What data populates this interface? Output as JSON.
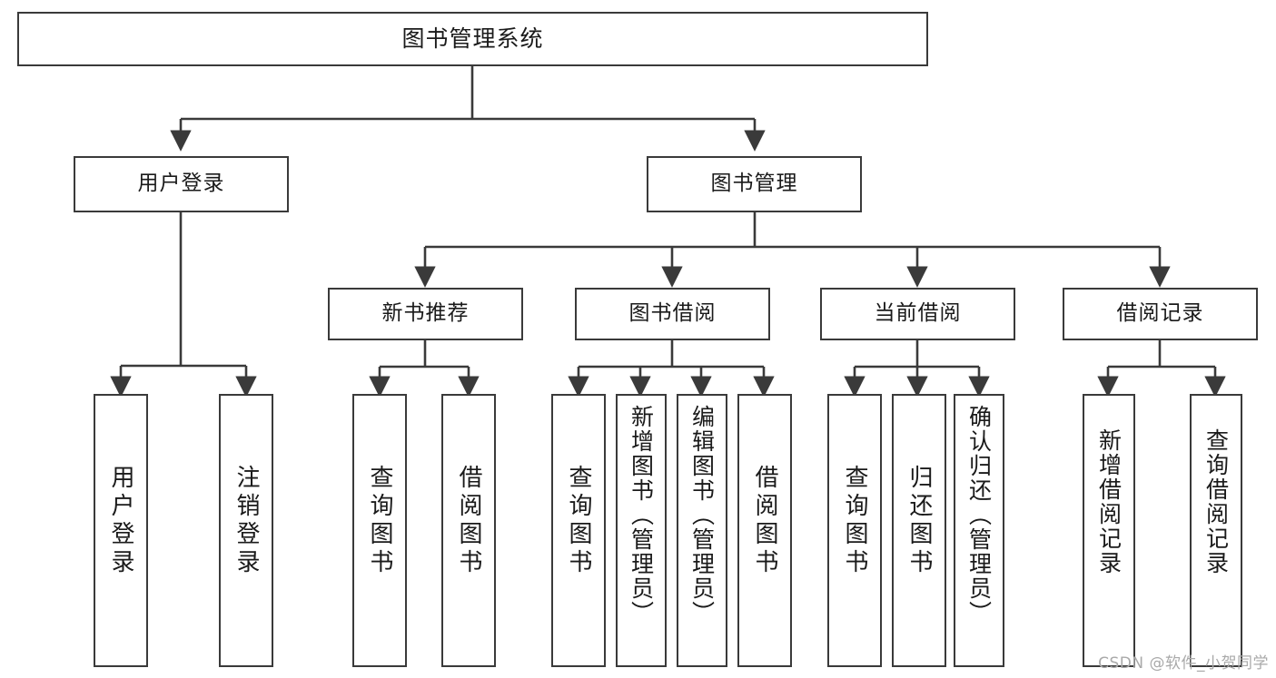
{
  "diagram": {
    "title": "图书管理系统",
    "type": "tree-hierarchy-flowchart",
    "watermark": "CSDN @软件_小贺同学",
    "colors": {
      "background": "#ffffff",
      "box_border": "#3a3a3a",
      "box_fill": "#ffffff",
      "text": "#1a1a1a",
      "connector": "#3a3a3a",
      "watermark": "#a9a9a9"
    },
    "levels": {
      "level1_label": "图书管理系统",
      "level2_labels": [
        "用户登录",
        "图书管理"
      ],
      "level3_labels": [
        "新书推荐",
        "图书借阅",
        "当前借阅",
        "借阅记录"
      ]
    },
    "nodes": {
      "root": {
        "label": "图书管理系统"
      },
      "user_login": {
        "label": "用户登录"
      },
      "book_manage": {
        "label": "图书管理"
      },
      "new_book_rec": {
        "label": "新书推荐"
      },
      "book_borrow": {
        "label": "图书借阅"
      },
      "current_borrow": {
        "label": "当前借阅"
      },
      "borrow_record": {
        "label": "借阅记录"
      },
      "leaf_user_login": {
        "label": "用户登录"
      },
      "leaf_logout": {
        "label": "注销登录"
      },
      "leaf_query_book_1": {
        "label": "查询图书"
      },
      "leaf_borrow_book_1": {
        "label": "借阅图书"
      },
      "leaf_query_book_2": {
        "label": "查询图书"
      },
      "leaf_add_book": {
        "label": "新增图书（管理员）"
      },
      "leaf_edit_book": {
        "label": "编辑图书（管理员）"
      },
      "leaf_borrow_book_2": {
        "label": "借阅图书"
      },
      "leaf_query_book_3": {
        "label": "查询图书"
      },
      "leaf_return_book": {
        "label": "归还图书"
      },
      "leaf_confirm_return": {
        "label": "确认归还（管理员）"
      },
      "leaf_add_record": {
        "label": "新增借阅记录"
      },
      "leaf_query_record": {
        "label": "查询借阅记录"
      }
    },
    "edges": [
      {
        "from": "图书管理系统",
        "to": "用户登录"
      },
      {
        "from": "图书管理系统",
        "to": "图书管理"
      },
      {
        "from": "用户登录",
        "to": "用户登录"
      },
      {
        "from": "用户登录",
        "to": "注销登录"
      },
      {
        "from": "图书管理",
        "to": "新书推荐"
      },
      {
        "from": "图书管理",
        "to": "图书借阅"
      },
      {
        "from": "图书管理",
        "to": "当前借阅"
      },
      {
        "from": "图书管理",
        "to": "借阅记录"
      },
      {
        "from": "新书推荐",
        "to": "查询图书"
      },
      {
        "from": "新书推荐",
        "to": "借阅图书"
      },
      {
        "from": "图书借阅",
        "to": "查询图书"
      },
      {
        "from": "图书借阅",
        "to": "新增图书（管理员）"
      },
      {
        "from": "图书借阅",
        "to": "编辑图书（管理员）"
      },
      {
        "from": "图书借阅",
        "to": "借阅图书"
      },
      {
        "from": "当前借阅",
        "to": "查询图书"
      },
      {
        "from": "当前借阅",
        "to": "归还图书"
      },
      {
        "from": "当前借阅",
        "to": "确认归还（管理员）"
      },
      {
        "from": "借阅记录",
        "to": "新增借阅记录"
      },
      {
        "from": "借阅记录",
        "to": "查询借阅记录"
      }
    ]
  }
}
